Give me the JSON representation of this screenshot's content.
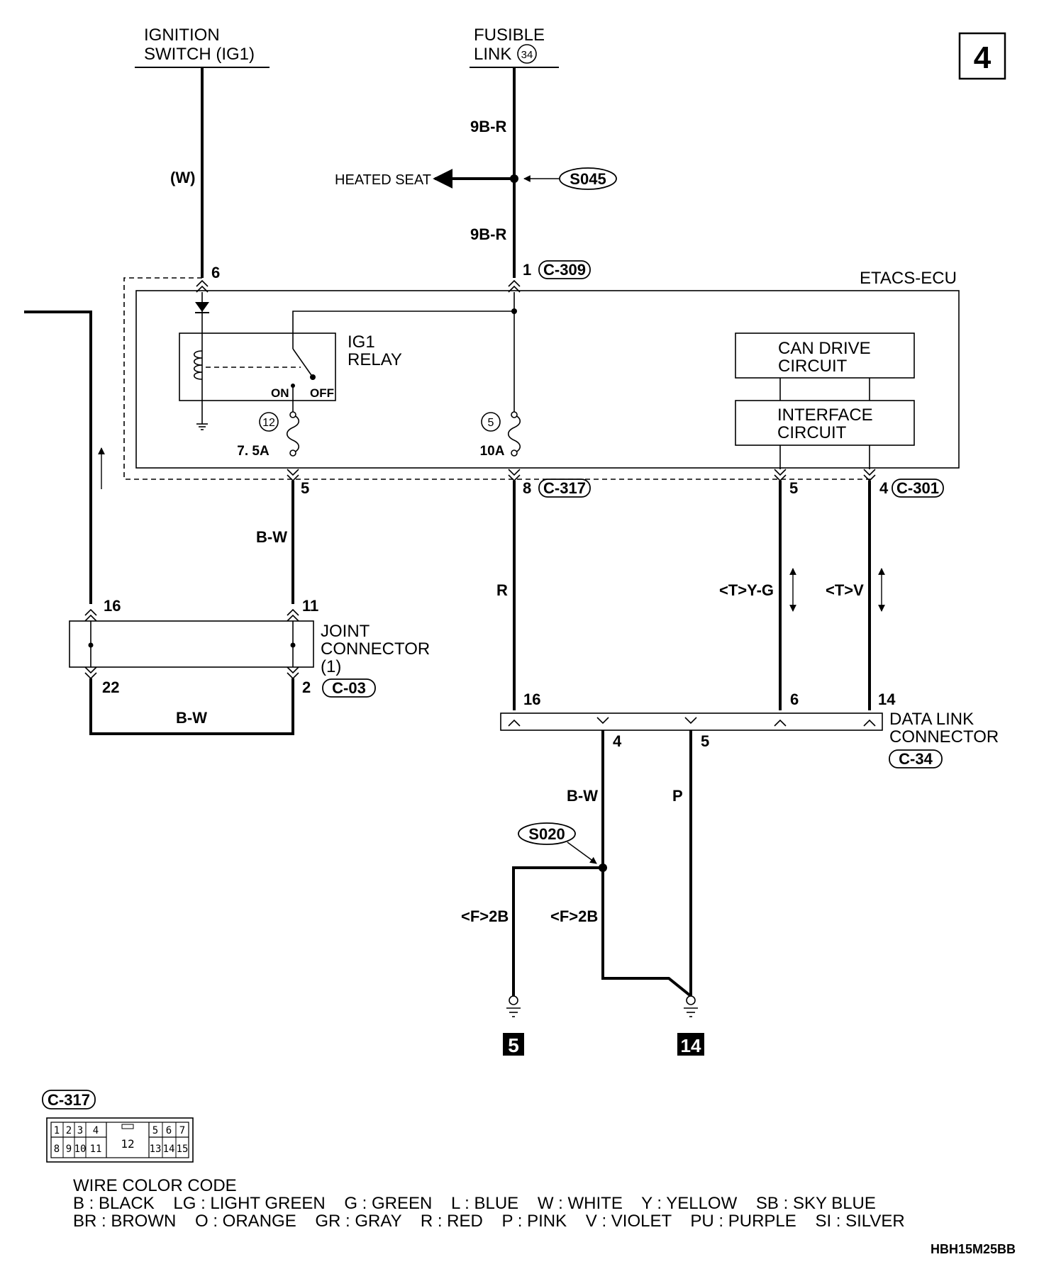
{
  "page_label": "4",
  "sources": {
    "ignition_switch_line1": "IGNITION",
    "ignition_switch_line2": "SWITCH (IG1)",
    "fusible_link_line1": "FUSIBLE",
    "fusible_link_line2": "LINK",
    "fusible_link_number": "34"
  },
  "splices": {
    "s045": "S045",
    "s020": "S020"
  },
  "labels": {
    "heated_seat": "HEATED SEAT",
    "etacs_ecu": "ETACS-ECU",
    "ig1_relay_line1": "IG1",
    "ig1_relay_line2": "RELAY",
    "relay_on": "ON",
    "relay_off": "OFF",
    "can_drive_line1": "CAN DRIVE",
    "can_drive_line2": "CIRCUIT",
    "interface_line1": "INTERFACE",
    "interface_line2": "CIRCUIT",
    "joint_connector_line1": "JOINT",
    "joint_connector_line2": "CONNECTOR",
    "joint_connector_line3": "(1)",
    "data_link_line1": "DATA LINK",
    "data_link_line2": "CONNECTOR"
  },
  "fuses": {
    "fuse12_number": "12",
    "fuse12_rating": "7. 5A",
    "fuse5_number": "5",
    "fuse5_rating": "10A"
  },
  "connectors": {
    "c309": "C-309",
    "c317": "C-317",
    "c301": "C-301",
    "c03": "C-03",
    "c34": "C-34",
    "c317_legend": "C-317"
  },
  "wire_colors": {
    "w": "(W)",
    "b9r_top": "9B-R",
    "b9r_bottom": "9B-R",
    "bw_mid": "B-W",
    "bw_bottom": "B-W",
    "r": "R",
    "tyg": "<T>Y-G",
    "tv": "<T>V",
    "bw_dlc": "B-W",
    "p": "P",
    "f2b_left": "<F>2B",
    "f2b_right": "<F>2B"
  },
  "pins": {
    "p6_ecu": "6",
    "p1_ecu": "1",
    "p5_ecu": "5",
    "p8_ecu": "8",
    "p5_can": "5",
    "p4_can": "4",
    "p16_jc": "16",
    "p11_jc": "11",
    "p22_jc": "22",
    "p2_jc": "2",
    "p16_dlc": "16",
    "p6_dlc": "6",
    "p14_dlc": "14",
    "p4_dlc": "4",
    "p5_dlc": "5"
  },
  "grounds": {
    "g5": "5",
    "g14": "14"
  },
  "c317_pinout": {
    "top_row": [
      "1",
      "2",
      "3",
      "4",
      "5",
      "6",
      "7"
    ],
    "bottom_row": [
      "8",
      "9",
      "10",
      "11",
      "13",
      "14",
      "15"
    ],
    "center": "12"
  },
  "wire_color_code": {
    "heading": "WIRE COLOR CODE",
    "line1": "B : BLACK    LG : LIGHT GREEN    G : GREEN    L : BLUE    W : WHITE    Y : YELLOW    SB : SKY BLUE",
    "line2": "BR : BROWN    O : ORANGE    GR : GRAY    R : RED    P : PINK    V : VIOLET    PU : PURPLE    SI : SILVER"
  },
  "figure_code": "HBH15M25BB"
}
